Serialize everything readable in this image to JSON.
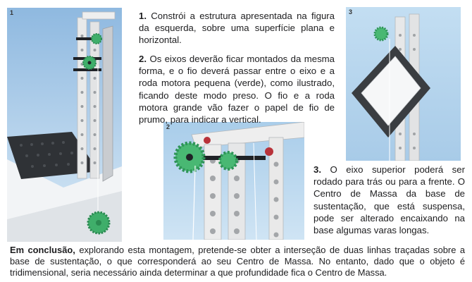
{
  "figures": [
    {
      "number": "1",
      "icon": "photo-structure-on-table"
    },
    {
      "number": "2",
      "icon": "photo-gears-closeup"
    },
    {
      "number": "3",
      "icon": "photo-rotated-frame"
    }
  ],
  "steps": [
    {
      "number": "1.",
      "text": "Constrói a estrutura apresentada na figura da esquerda, sobre uma superfície plana e horizontal."
    },
    {
      "number": "2.",
      "text": "Os eixos deverão ficar montados da mesma forma, e o fio deverá passar entre o eixo e a roda motora pequena (verde), como ilustrado, ficando deste modo preso. O fio e a roda motora grande vão fazer o papel de fio de prumo, para indicar a vertical."
    },
    {
      "number": "3.",
      "text": "O eixo superior poderá ser rodado para trás ou para a frente. O Centro de Massa da base de sustentação, que está suspensa, pode ser alterado encaixando na base algumas varas longas."
    }
  ],
  "conclusion": {
    "label": "Em conclusão,",
    "text": "explorando esta montagem, pretende-se obter a interseção de duas linhas traçadas sobre a base de sustentação, o que corresponderá ao seu Centro de Massa. No entanto, dado que o objeto é tridimensional, seria necessário ainda determinar a que profundidade fica o Centro de Massa."
  },
  "colors": {
    "frame": "#e9eaea",
    "gear_green": "#3fae6a",
    "base_dark": "#2f3236",
    "background_blue": "#b9d7ee"
  }
}
